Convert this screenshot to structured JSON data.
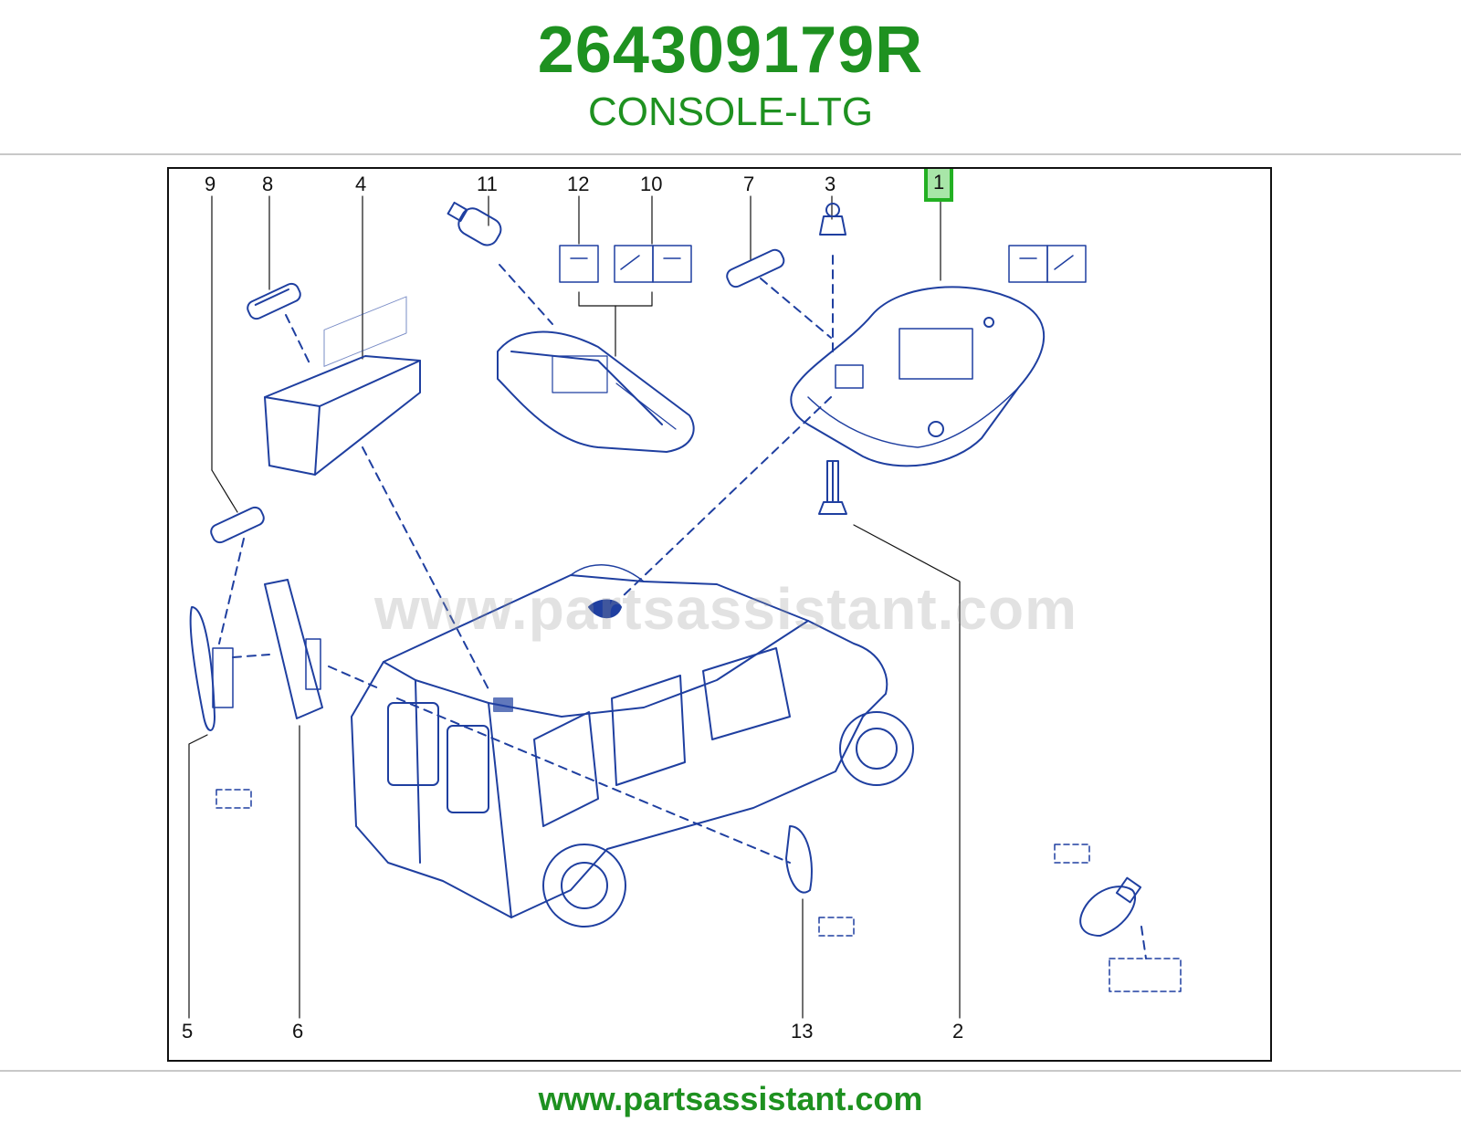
{
  "header": {
    "part_number": "264309179R",
    "part_name": "CONSOLE-LTG"
  },
  "diagram": {
    "watermark": "www.partsassistant.com",
    "selected_callout": "1",
    "callouts": {
      "c9": "9",
      "c8": "8",
      "c4": "4",
      "c11": "11",
      "c12": "12",
      "c10": "10",
      "c7": "7",
      "c3": "3",
      "c1": "1",
      "c5": "5",
      "c6": "6",
      "c13": "13",
      "c2": "2"
    },
    "colors": {
      "line_art": "#1f3fa0",
      "highlight_border": "#22b022",
      "highlight_fill": "#a8e6a8"
    }
  },
  "footer": {
    "link": "www.partsassistant.com"
  },
  "colors": {
    "brand_green": "#1e9120"
  }
}
